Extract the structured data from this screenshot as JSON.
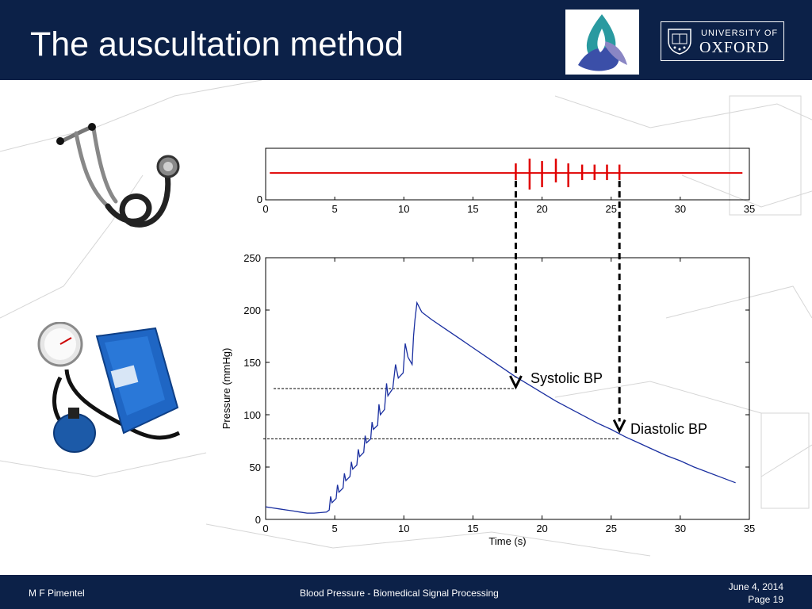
{
  "slide": {
    "title": "The auscultation method",
    "university_line1": "UNIVERSITY OF",
    "university_line2": "OXFORD"
  },
  "footer": {
    "author": "M F Pimentel",
    "course": "Blood Pressure - Biomedical Signal Processing",
    "date": "June 4, 2014",
    "page": "Page 19"
  },
  "images": {
    "stethoscope": "stethoscope-icon",
    "sphygmomanometer": "sphygmomanometer-icon",
    "institution_logo": "triquetra-logo-icon",
    "oxford_crest": "oxford-crest-icon"
  },
  "colors": {
    "header": "#0c2148",
    "korotkoff": "#e00000",
    "pressure": "#1a2fa0",
    "arrow": "#000000"
  },
  "chart_data": [
    {
      "type": "line",
      "name": "korotkoff-sounds",
      "xlim": [
        0,
        35
      ],
      "xticks": [
        0,
        5,
        10,
        15,
        20,
        25,
        30,
        35
      ],
      "yticks": [
        0
      ],
      "baseline": [
        [
          0.3,
          0.6
        ],
        [
          34.5,
          0.6
        ]
      ],
      "spikes": [
        {
          "x": 18.1,
          "top": 1.0,
          "bottom": 0.3
        },
        {
          "x": 19.1,
          "top": 1.2,
          "bottom": -0.1
        },
        {
          "x": 20.0,
          "top": 1.1,
          "bottom": 0.0
        },
        {
          "x": 21.0,
          "top": 1.2,
          "bottom": 0.2
        },
        {
          "x": 21.9,
          "top": 1.0,
          "bottom": 0.0
        },
        {
          "x": 22.9,
          "top": 0.95,
          "bottom": 0.3
        },
        {
          "x": 23.8,
          "top": 0.95,
          "bottom": 0.3
        },
        {
          "x": 24.7,
          "top": 0.95,
          "bottom": 0.3
        },
        {
          "x": 25.6,
          "top": 0.95,
          "bottom": 0.3
        }
      ]
    },
    {
      "type": "line",
      "name": "cuff-pressure",
      "xlabel": "Time (s)",
      "ylabel": "Pressure (mmHg)",
      "xlim": [
        0,
        35
      ],
      "ylim": [
        0,
        250
      ],
      "xticks": [
        0,
        5,
        10,
        15,
        20,
        25,
        30,
        35
      ],
      "yticks": [
        0,
        50,
        100,
        150,
        200,
        250
      ],
      "series_points": [
        [
          0,
          12
        ],
        [
          0.5,
          11
        ],
        [
          1,
          10
        ],
        [
          1.5,
          9
        ],
        [
          2,
          8
        ],
        [
          2.5,
          7
        ],
        [
          3,
          6
        ],
        [
          3.5,
          6
        ],
        [
          4,
          6.5
        ],
        [
          4.4,
          7
        ],
        [
          4.6,
          9
        ],
        [
          4.7,
          22
        ],
        [
          4.8,
          16
        ],
        [
          5.1,
          20
        ],
        [
          5.2,
          33
        ],
        [
          5.3,
          26
        ],
        [
          5.6,
          30
        ],
        [
          5.7,
          44
        ],
        [
          5.8,
          37
        ],
        [
          6.1,
          41
        ],
        [
          6.2,
          55
        ],
        [
          6.3,
          48
        ],
        [
          6.6,
          52
        ],
        [
          6.7,
          67
        ],
        [
          6.8,
          60
        ],
        [
          7.1,
          64
        ],
        [
          7.2,
          80
        ],
        [
          7.3,
          73
        ],
        [
          7.6,
          77
        ],
        [
          7.7,
          93
        ],
        [
          7.8,
          86
        ],
        [
          8.1,
          90
        ],
        [
          8.2,
          110
        ],
        [
          8.3,
          100
        ],
        [
          8.6,
          105
        ],
        [
          8.75,
          130
        ],
        [
          8.85,
          118
        ],
        [
          9.2,
          125
        ],
        [
          9.4,
          148
        ],
        [
          9.6,
          135
        ],
        [
          9.95,
          140
        ],
        [
          10.1,
          168
        ],
        [
          10.3,
          155
        ],
        [
          10.6,
          148
        ],
        [
          10.7,
          175
        ],
        [
          10.8,
          190
        ],
        [
          10.95,
          207
        ],
        [
          11.3,
          198
        ],
        [
          12,
          191
        ],
        [
          13,
          182
        ],
        [
          14,
          173
        ],
        [
          15,
          164
        ],
        [
          16,
          155
        ],
        [
          17,
          146
        ],
        [
          18,
          137
        ],
        [
          18.5,
          133
        ],
        [
          19,
          129
        ],
        [
          20,
          121
        ],
        [
          21,
          113
        ],
        [
          22,
          106
        ],
        [
          23,
          99
        ],
        [
          24,
          92
        ],
        [
          25,
          86
        ],
        [
          26,
          79
        ],
        [
          27,
          73
        ],
        [
          28,
          67
        ],
        [
          29,
          61
        ],
        [
          30,
          56
        ],
        [
          31,
          50
        ],
        [
          32,
          45
        ],
        [
          33,
          40
        ],
        [
          34,
          35
        ]
      ],
      "annotations": [
        {
          "text": "Systolic BP",
          "x": 18.1,
          "y": 125
        },
        {
          "text": "Diastolic BP",
          "x": 25.6,
          "y": 77
        }
      ],
      "systolic_level": 125,
      "diastolic_level": 77
    }
  ]
}
